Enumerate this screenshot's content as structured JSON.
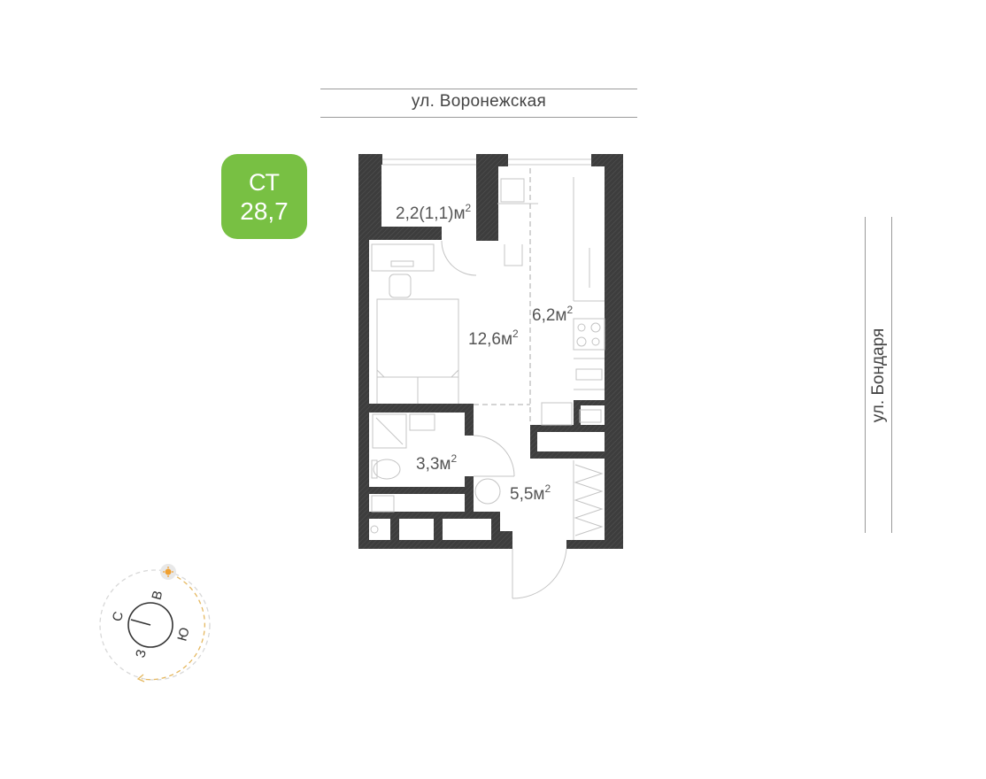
{
  "apartment": {
    "type_label": "СТ",
    "total_area": "28,7",
    "badge_color": "#78c043"
  },
  "streets": {
    "top": "ул. Воронежская",
    "right": "ул. Бондаря"
  },
  "rooms": [
    {
      "name": "balcony",
      "area": "2,2(1,1)",
      "unit": "м",
      "exp": "2"
    },
    {
      "name": "living-room",
      "area": "12,6",
      "unit": "м",
      "exp": "2"
    },
    {
      "name": "kitchen",
      "area": "6,2",
      "unit": "м",
      "exp": "2"
    },
    {
      "name": "bathroom",
      "area": "3,3",
      "unit": "м",
      "exp": "2"
    },
    {
      "name": "hallway",
      "area": "5,5",
      "unit": "м",
      "exp": "2"
    }
  ],
  "compass": {
    "north": "С",
    "east": "В",
    "south": "Ю",
    "west": "З",
    "sun_color": "#f0a030"
  },
  "colors": {
    "wall": "#3d3d3d",
    "furniture": "#bdbdbd"
  }
}
